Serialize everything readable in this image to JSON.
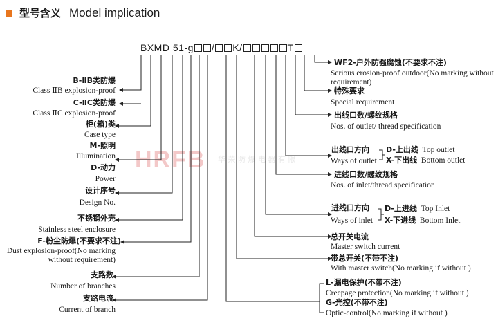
{
  "header": {
    "title_zh": "型号含义",
    "title_en": "Model implication"
  },
  "model_code": {
    "prefix": "BXMD",
    "num": "51",
    "dash": "-",
    "g": "g",
    "slash": "/",
    "k": "K",
    "t": "T"
  },
  "watermark": {
    "logo": "HRFB",
    "sub": "华 荣 防 爆 电 器 有 限"
  },
  "left_labels": {
    "b_zh": "B-ⅡB类防爆",
    "b_en": "Class ⅡB  explosion-proof",
    "c_zh": "C-ⅡC类防爆",
    "c_en": "Class ⅡC  explosion-proof",
    "case_zh": "柜(箱)类",
    "case_en": "Case type",
    "m_zh": "M-照明",
    "m_en": "Illumination",
    "d_zh": "D-动力",
    "d_en": "Power",
    "design_zh": "设计序号",
    "design_en": "Design No.",
    "stainless_zh": "不锈钢外壳",
    "stainless_en": "Stainless steel enclosure",
    "dust_zh": "F-粉尘防爆(不要求不注)",
    "dust_en1": "Dust explosion-proof(No marking",
    "dust_en2": "without requirement)",
    "branches_zh": "支路数",
    "branches_en": "Number of branches",
    "current_zh": "支路电流",
    "current_en": "Current of branch"
  },
  "right_labels": {
    "wf2_zh": "WF2-户外防强腐蚀(不要求不注)",
    "wf2_en1": "Serious erosion-proof outdoor(No marking without",
    "wf2_en2": "requirement)",
    "special_zh": "特殊要求",
    "special_en": "Special requirement",
    "outlet_no_zh": "出线口数/螺纹规格",
    "outlet_no_en": "Nos. of outlet/ thread specification",
    "outlet_way_zh": "出线口方向",
    "outlet_way_en": "Ways of outlet",
    "outlet_top_zh": "D-上出线",
    "outlet_top_en": "Top outlet",
    "outlet_bottom_zh": "X-下出线",
    "outlet_bottom_en": "Bottom  outlet",
    "inlet_no_zh": "进线口数/螺纹规格",
    "inlet_no_en": "Nos. of inlet/thread specification",
    "inlet_way_zh": "进线口方向",
    "inlet_way_en": "Ways of inlet",
    "inlet_top_zh": "D-上进线",
    "inlet_top_en": "Top Inlet",
    "inlet_bottom_zh": "X-下进线",
    "inlet_bottom_en": "Bottom  Inlet",
    "master_zh": "总开关电流",
    "master_en": "Master switch current",
    "with_master_zh": "带总开关(不带不注)",
    "with_master_en": "With master switch(No marking if without )",
    "creep_zh": "L-漏电保护(不带不注)",
    "creep_en": "Creepage protection(No marking  if without )",
    "optic_zh": "G-光控(不带不注)",
    "optic_en": "Optic-control(No marking  if without )"
  }
}
